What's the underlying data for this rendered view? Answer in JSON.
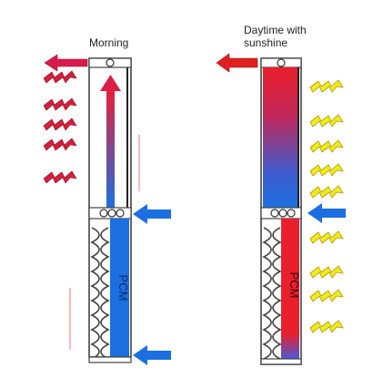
{
  "panels": {
    "morning": {
      "label": "Morning"
    },
    "daytime": {
      "label": "Daytime with sunshine"
    }
  },
  "pcm_label": "PCM",
  "colors": {
    "hot": "#e6203a",
    "cold": "#1b6fe0",
    "warm_arrow": "#d81b4a",
    "sun": "#f4ea1a",
    "frame": "#444444"
  }
}
